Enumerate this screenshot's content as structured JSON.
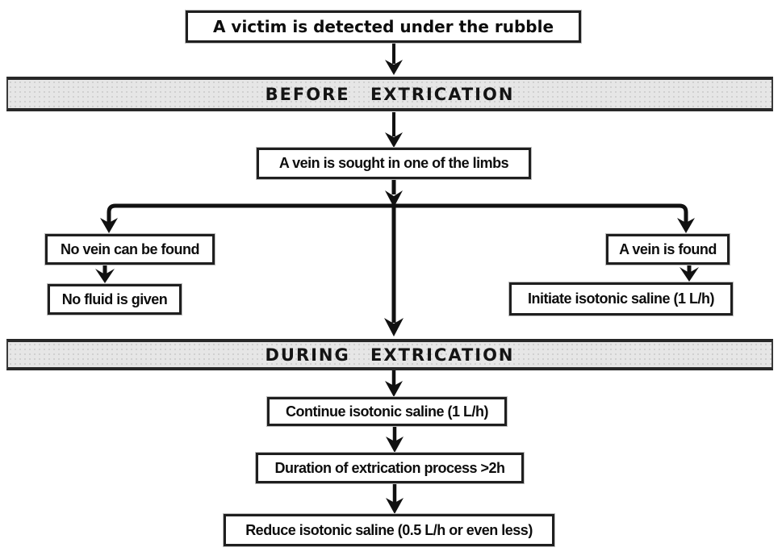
{
  "flowchart": {
    "start_node": "A victim is detected under the rubble",
    "banners": {
      "before": "BEFORE EXTRICATION",
      "during": "DURING EXTRICATION"
    },
    "nodes": {
      "vein_sought": "A vein is sought in one of the limbs",
      "no_vein": "No vein can be found",
      "no_fluid": "No fluid is given",
      "vein_found": "A vein is found",
      "initiate_saline": "Initiate isotonic saline (1 L/h)",
      "continue_saline": "Continue isotonic saline (1 L/h)",
      "duration": "Duration of extrication process >2h",
      "reduce_saline": "Reduce isotonic saline (0.5 L/h or even less)"
    },
    "colors": {
      "background": "#ffffff",
      "banner_bg": "#e6e6e6",
      "line": "#111111",
      "box_border": "#1f1f1f"
    }
  }
}
